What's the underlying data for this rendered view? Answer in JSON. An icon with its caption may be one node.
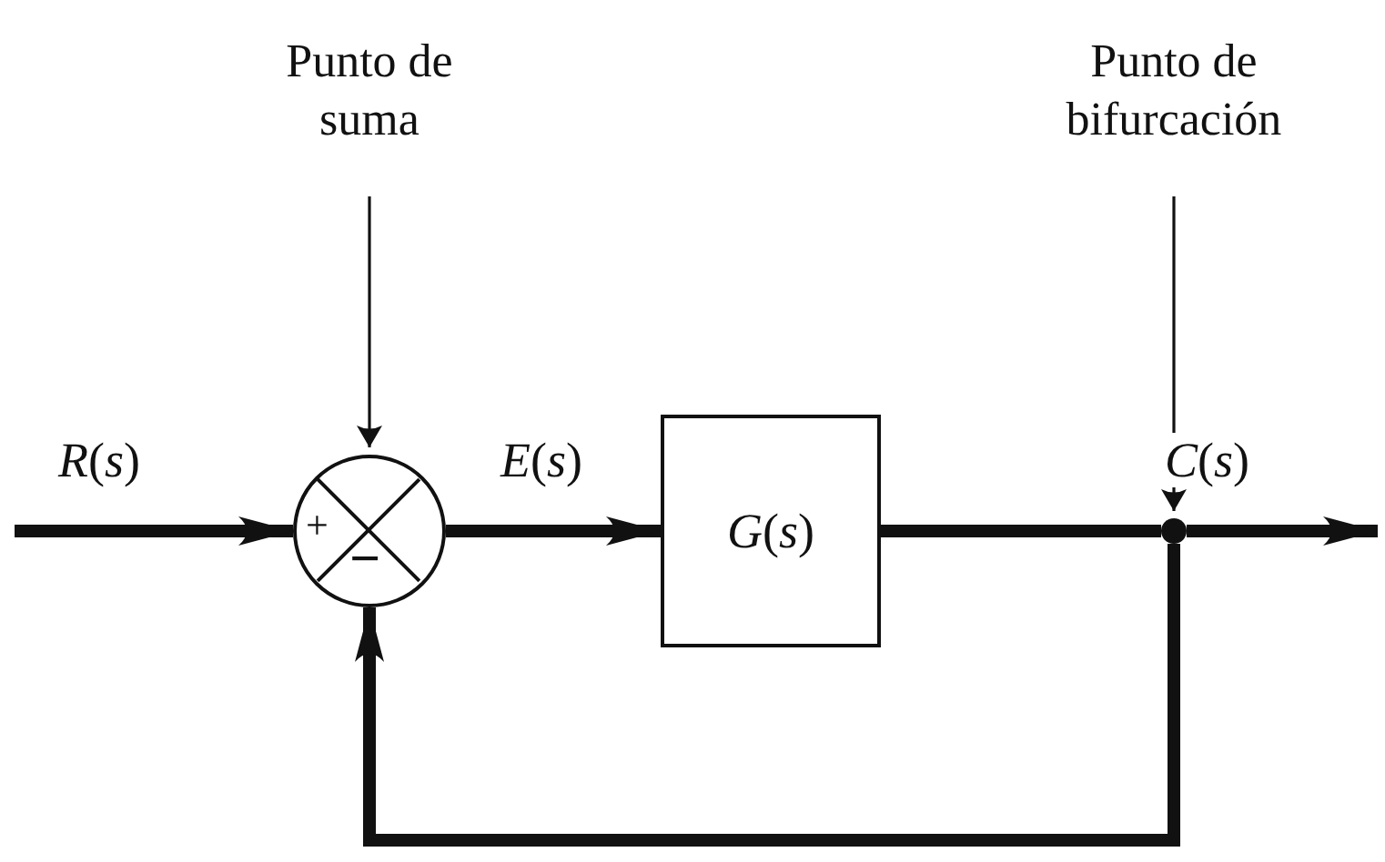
{
  "diagram": {
    "nodes": [
      {
        "text": [
          "Punto de suma"
        ]
      },
      {
        "text": [
          "Punto de bifurcación"
        ]
      },
      {
        "text": [
          "+",
          "−"
        ]
      },
      {
        "text": [
          "*G*(*s*)"
        ]
      },
      {
        "text": [],
        "shape": "circle"
      }
    ],
    "edges": [
      {
        "from": null,
        "to": 2,
        "arrow": "to",
        "label": "*R*(*s*)"
      },
      {
        "from": 2,
        "to": 3,
        "arrow": "to",
        "label": "*E*(*s*)"
      },
      {
        "from": 3,
        "to": 4,
        "arrow": "none"
      },
      {
        "from": 4,
        "to": null,
        "arrow": "to",
        "label": "*C*(*s*)"
      },
      {
        "from": 4,
        "to": 2,
        "arrow": "to"
      },
      {
        "from": 0,
        "to": 2,
        "arrow": "to"
      },
      {
        "from": 1,
        "to": 4,
        "arrow": "to"
      }
    ]
  }
}
